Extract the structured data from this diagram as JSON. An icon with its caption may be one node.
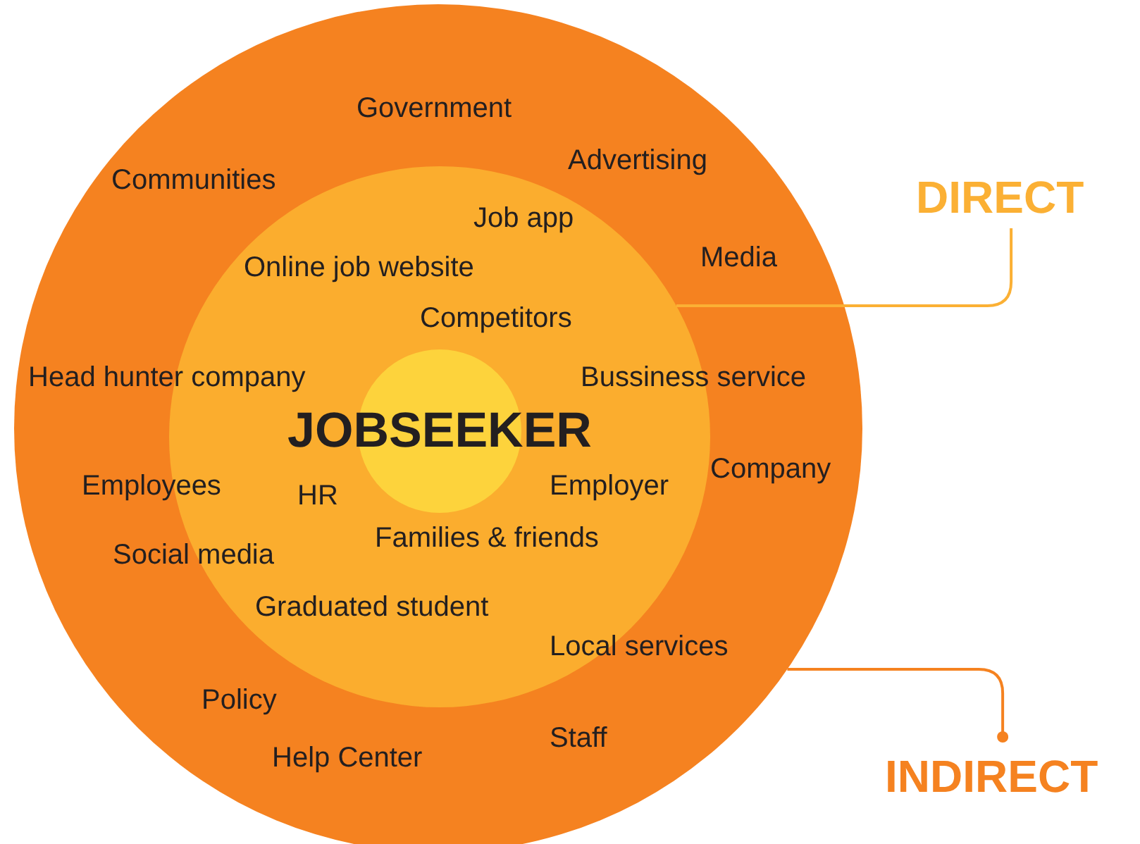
{
  "diagram": {
    "nodes": [
      {
        "text": [],
        "shape": "circle"
      },
      {
        "text": [],
        "shape": "circle",
        "in": 0
      },
      {
        "text": [
          "JOBSEEKER"
        ],
        "in": 1
      },
      {
        "text": [
          "Government"
        ],
        "in": 0
      },
      {
        "text": [
          "Advertising"
        ],
        "in": 0
      },
      {
        "text": [
          "Communities"
        ],
        "in": 0
      },
      {
        "text": [
          "Job app"
        ],
        "in": 1
      },
      {
        "text": [
          "Media"
        ],
        "in": 0
      },
      {
        "text": [
          "Online job website"
        ],
        "in": 1
      },
      {
        "text": [
          "Competitors"
        ],
        "in": 1
      },
      {
        "text": [
          "Head hunter company"
        ],
        "in": 0
      },
      {
        "text": [
          "Bussiness service"
        ],
        "in": 0
      },
      {
        "text": [
          "Company"
        ],
        "in": 0
      },
      {
        "text": [
          "Employees"
        ],
        "in": 0
      },
      {
        "text": [
          "HR"
        ],
        "in": 1
      },
      {
        "text": [
          "Employer"
        ],
        "in": 1
      },
      {
        "text": [
          "Families & friends"
        ],
        "in": 1
      },
      {
        "text": [
          "Social media"
        ],
        "in": 0
      },
      {
        "text": [
          "Graduated student"
        ],
        "in": 1
      },
      {
        "text": [
          "Local services"
        ],
        "in": 0
      },
      {
        "text": [
          "Policy"
        ],
        "in": 0
      },
      {
        "text": [
          "Staff"
        ],
        "in": 0
      },
      {
        "text": [
          "Help Center"
        ],
        "in": 0
      },
      {
        "text": [
          "DIRECT"
        ]
      },
      {
        "text": [
          "INDIRECT"
        ]
      }
    ],
    "edges": [
      {
        "from": 23,
        "to": 1,
        "arrow": "none"
      },
      {
        "from": 24,
        "to": 0,
        "arrow": "other"
      }
    ]
  }
}
